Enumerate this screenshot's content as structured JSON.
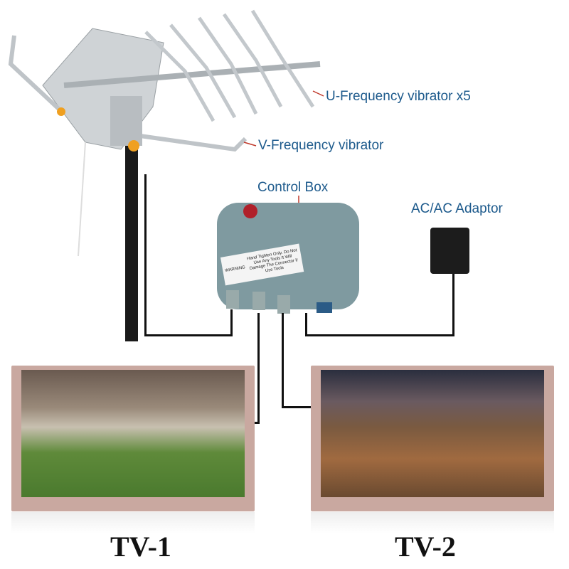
{
  "labels": {
    "u_freq": "U-Frequency vibrator  x5",
    "v_freq": "V-Frequency vibrator",
    "control_box": "Control Box",
    "adaptor": "AC/AC Adaptor",
    "tv1": "TV-1",
    "tv2": "TV-2"
  },
  "control_box_label": {
    "warning": "WARNING",
    "text": "Hand Tighten Only. Do Not Use Any Tools It Will Damage The Connector if Use Tools"
  },
  "colors": {
    "label": "#1d5a8c",
    "box": "#7f9aa0",
    "pointer": "#c0392b"
  }
}
